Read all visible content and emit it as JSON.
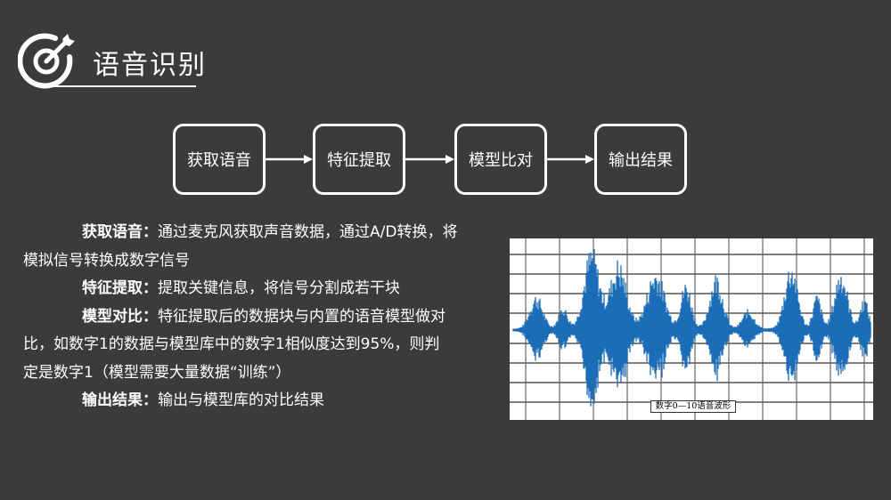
{
  "header": {
    "title": "语音识别",
    "icon": "target-dart-icon"
  },
  "flow": {
    "steps": [
      "获取语音",
      "特征提取",
      "模型比对",
      "输出结果"
    ]
  },
  "description": {
    "p1_label": "获取语音：",
    "p1_text1": "通过麦克风获取声音数据，通过A/D转换，将",
    "p1_text2": "模拟信号转换成数字信号",
    "p2_label": "特征提取：",
    "p2_text": "提取关键信息，将信号分割成若干块",
    "p3_label": "模型对比：",
    "p3_text1": "特征提取后的数据块与内置的语音模型做对",
    "p3_text2": "比，如数字1的数据与模型库中的数字1相似度达到95%，则判",
    "p3_text3": "定是数字1（模型需要大量数据“训练”）",
    "p4_label": "输出结果：",
    "p4_text": "输出与模型库的对比结果"
  },
  "waveform": {
    "caption": "数字0—10语音波形",
    "color": "#1b6db8"
  }
}
